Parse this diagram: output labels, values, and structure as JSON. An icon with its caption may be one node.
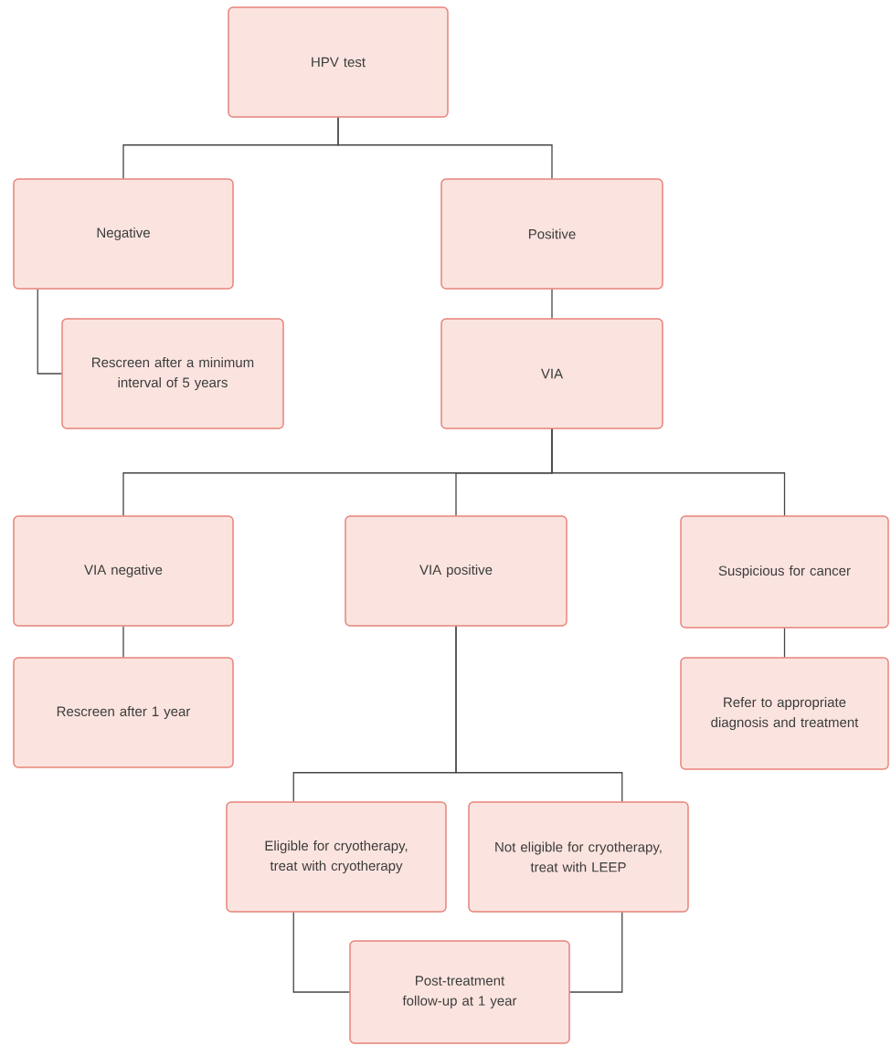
{
  "diagram": {
    "nodes": [
      {
        "text": [
          "HPV test"
        ]
      },
      {
        "text": [
          "Negative"
        ]
      },
      {
        "text": [
          "Positive"
        ]
      },
      {
        "text": [
          "Rescreen after a minimum interval of 5 years"
        ]
      },
      {
        "text": [
          "VIA"
        ]
      },
      {
        "text": [
          "VIA negative"
        ]
      },
      {
        "text": [
          "VIA positive"
        ]
      },
      {
        "text": [
          "Suspicious for cancer"
        ]
      },
      {
        "text": [
          "Rescreen after 1 year"
        ]
      },
      {
        "text": [
          "Refer to appropriate diagnosis and treatment"
        ]
      },
      {
        "text": [
          "Eligible for cryotherapy, treat with cryotherapy"
        ]
      },
      {
        "text": [
          "Not eligible for cryotherapy, treat with LEEP"
        ]
      },
      {
        "text": [
          "Post-treatment follow-up at 1 year"
        ]
      }
    ],
    "edges": [
      {
        "from": 0,
        "to": 1,
        "arrow": "none"
      },
      {
        "from": 0,
        "to": 2,
        "arrow": "none"
      },
      {
        "from": 1,
        "to": 3,
        "arrow": "none"
      },
      {
        "from": 2,
        "to": 4,
        "arrow": "none"
      },
      {
        "from": 4,
        "to": 5,
        "arrow": "none"
      },
      {
        "from": 4,
        "to": 6,
        "arrow": "none"
      },
      {
        "from": 4,
        "to": 7,
        "arrow": "none"
      },
      {
        "from": 5,
        "to": 8,
        "arrow": "none"
      },
      {
        "from": 7,
        "to": 9,
        "arrow": "none"
      },
      {
        "from": 6,
        "to": 10,
        "arrow": "none"
      },
      {
        "from": 6,
        "to": 11,
        "arrow": "none"
      },
      {
        "from": 10,
        "to": 12,
        "arrow": "none"
      },
      {
        "from": 11,
        "to": 12,
        "arrow": "none"
      }
    ]
  }
}
